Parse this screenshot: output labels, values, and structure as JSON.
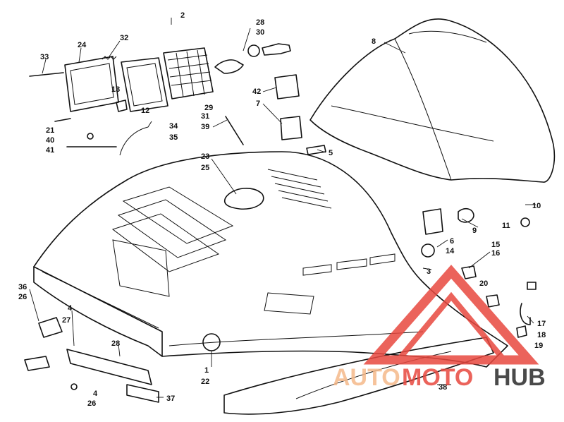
{
  "callouts": [
    {
      "id": "c2",
      "text": "2"
    },
    {
      "id": "c28",
      "text": "28"
    },
    {
      "id": "c30",
      "text": "30"
    },
    {
      "id": "c8",
      "text": "8"
    },
    {
      "id": "c33",
      "text": "33"
    },
    {
      "id": "c24",
      "text": "24"
    },
    {
      "id": "c32",
      "text": "32"
    },
    {
      "id": "c13",
      "text": "13"
    },
    {
      "id": "c12",
      "text": "12"
    },
    {
      "id": "c29",
      "text": "29"
    },
    {
      "id": "c31",
      "text": "31"
    },
    {
      "id": "c42",
      "text": "42"
    },
    {
      "id": "c7",
      "text": "7"
    },
    {
      "id": "c39",
      "text": "39"
    },
    {
      "id": "c21",
      "text": "21"
    },
    {
      "id": "c34",
      "text": "34"
    },
    {
      "id": "c40",
      "text": "40"
    },
    {
      "id": "c35",
      "text": "35"
    },
    {
      "id": "c41",
      "text": "41"
    },
    {
      "id": "c5",
      "text": "5"
    },
    {
      "id": "c23",
      "text": "23"
    },
    {
      "id": "c25",
      "text": "25"
    },
    {
      "id": "c10",
      "text": "10"
    },
    {
      "id": "c11",
      "text": "11"
    },
    {
      "id": "c9",
      "text": "9"
    },
    {
      "id": "c6",
      "text": "6"
    },
    {
      "id": "c14",
      "text": "14"
    },
    {
      "id": "c15",
      "text": "15"
    },
    {
      "id": "c16",
      "text": "16"
    },
    {
      "id": "c3",
      "text": "3"
    },
    {
      "id": "c20",
      "text": "20"
    },
    {
      "id": "c36",
      "text": "36"
    },
    {
      "id": "c26a",
      "text": "26"
    },
    {
      "id": "c4a",
      "text": "4"
    },
    {
      "id": "c27",
      "text": "27"
    },
    {
      "id": "c28b",
      "text": "28"
    },
    {
      "id": "c17",
      "text": "17"
    },
    {
      "id": "c18",
      "text": "18"
    },
    {
      "id": "c19",
      "text": "19"
    },
    {
      "id": "c1",
      "text": "1"
    },
    {
      "id": "c22",
      "text": "22"
    },
    {
      "id": "c38",
      "text": "38"
    },
    {
      "id": "c4b",
      "text": "4"
    },
    {
      "id": "c26b",
      "text": "26"
    },
    {
      "id": "c37",
      "text": "37"
    }
  ],
  "watermark": {
    "word_a": "AUTO",
    "word_b": "MOTO",
    "word_c": "HUB",
    "color_primary": "#e8483f",
    "color_secondary": "#f5b98a",
    "color_dark": "#2b2b2b"
  }
}
